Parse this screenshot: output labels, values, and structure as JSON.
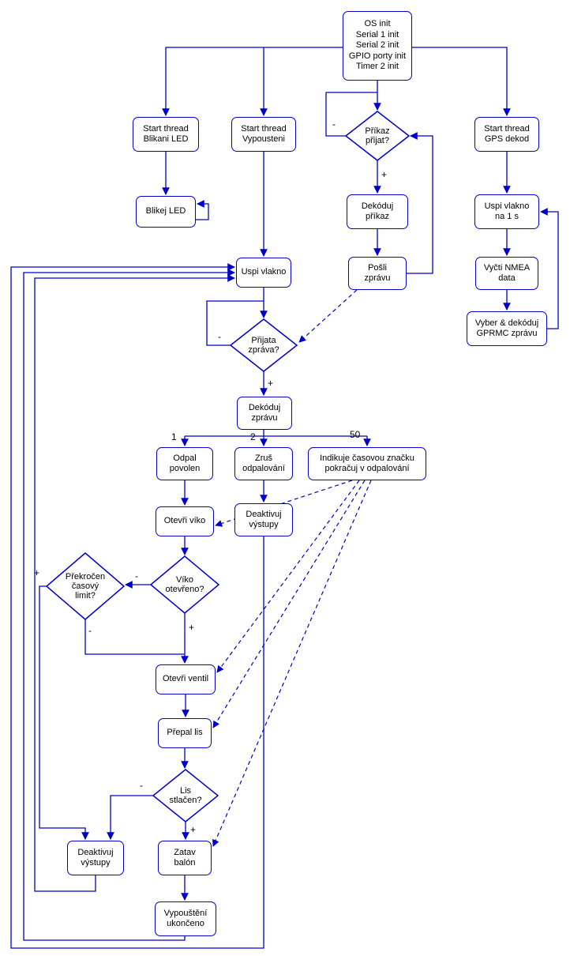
{
  "diagram": {
    "background": "#ffffff",
    "accent_color": "#0000cc",
    "text_color": "#000000",
    "nodes": {
      "os_init": {
        "label": "OS init\nSerial 1 init\nSerial 2 init\nGPIO porty init\nTimer 2 init",
        "type": "process"
      },
      "start_blikani": {
        "label": "Start thread\nBlikani LED",
        "type": "process"
      },
      "start_vypousteni": {
        "label": "Start thread\nVypousteni",
        "type": "process"
      },
      "start_gps": {
        "label": "Start thread\nGPS dekod",
        "type": "process"
      },
      "blikej_led": {
        "label": "Blikej LED",
        "type": "process"
      },
      "prikaz_prijat": {
        "label": "Příkaz\npřijat?",
        "type": "decision"
      },
      "dekoduj_prikaz": {
        "label": "Dekóduj\npříkaz",
        "type": "process"
      },
      "posli_zpravu": {
        "label": "Pošli\nzprávu",
        "type": "process"
      },
      "uspi_vlakno_1s": {
        "label": "Uspi vlakno\nna 1 s",
        "type": "process"
      },
      "vycti_nmea": {
        "label": "Vyčti NMEA\ndata",
        "type": "process"
      },
      "vyber_gprmc": {
        "label": "Vyber & dekóduj\nGPRMC zprávu",
        "type": "process"
      },
      "uspi_vlakno": {
        "label": "Uspi vlakno",
        "type": "process"
      },
      "prijata_zprava": {
        "label": "Přijata\nzpráva?",
        "type": "decision"
      },
      "dekoduj_zpravu": {
        "label": "Dekóduj\nzprávu",
        "type": "process"
      },
      "odpal_povolen": {
        "label": "Odpal\npovolen",
        "type": "process"
      },
      "zrus_odpalovani": {
        "label": "Zruš\nodpalování",
        "type": "process"
      },
      "indikuje": {
        "label": "Indikuje časovou značku\npokračuj v odpalování",
        "type": "process"
      },
      "otevri_viko": {
        "label": "Otevři víko",
        "type": "process"
      },
      "deaktivuj_1": {
        "label": "Deaktivuj\nvýstupy",
        "type": "process"
      },
      "viko_otevreno": {
        "label": "Víko\notevřeno?",
        "type": "decision"
      },
      "prekrocen": {
        "label": "Překročen\nčasový\nlimit?",
        "type": "decision"
      },
      "otevri_ventil": {
        "label": "Otevři ventil",
        "type": "process"
      },
      "prepal_lis": {
        "label": "Přepal lis",
        "type": "process"
      },
      "lis_stlacen": {
        "label": "Lis\nstlačen?",
        "type": "decision"
      },
      "zatav_balon": {
        "label": "Zatav\nbalón",
        "type": "process"
      },
      "deaktivuj_2": {
        "label": "Deaktivuj\nvýstupy",
        "type": "process"
      },
      "vypousteni_ukonceno": {
        "label": "Vypouštění\nukončeno",
        "type": "process"
      }
    },
    "edge_labels": {
      "prikaz_minus": "-",
      "prikaz_plus": "+",
      "prijata_minus": "-",
      "prijata_plus": "+",
      "branch_1": "1",
      "branch_2": "2",
      "branch_50": "50",
      "viko_minus": "-",
      "viko_plus": "+",
      "prekrocen_plus": "+",
      "prekrocen_minus": "-",
      "lis_minus": "-",
      "lis_plus": "+"
    }
  }
}
